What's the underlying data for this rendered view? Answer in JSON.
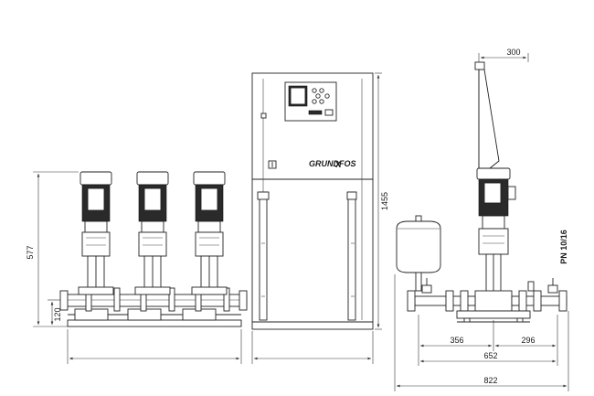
{
  "drawing": {
    "brand_text": "GRUNDFOS",
    "brand_mark": "X",
    "rating_label": "PN 10/16",
    "dimensions": {
      "height_overall": "577",
      "height_manifold": "120",
      "height_cabinet": "1455",
      "width_top": "300",
      "width_left": "356",
      "width_middle": "652",
      "width_right": "296",
      "width_overall": "822"
    }
  }
}
